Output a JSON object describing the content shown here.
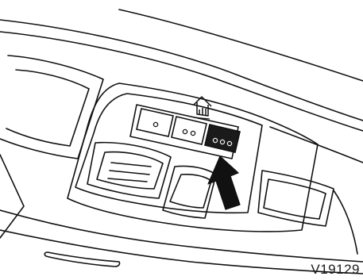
{
  "figure": {
    "code": "V19129",
    "description_icon": "home-link-house-icon",
    "arrow_icon": "press-arrow-icon"
  },
  "buttons": [
    {
      "name": "button-1",
      "indicator": "one-dot"
    },
    {
      "name": "button-2",
      "indicator": "two-dots"
    },
    {
      "name": "button-3",
      "indicator": "three-dots",
      "highlighted": true
    }
  ]
}
